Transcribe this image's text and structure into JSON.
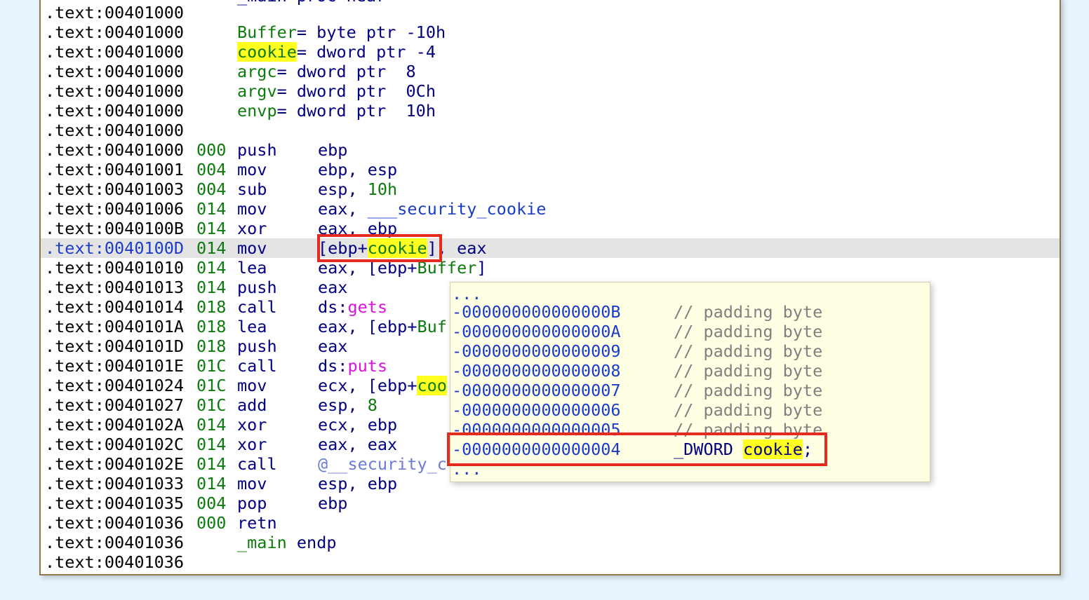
{
  "listing": {
    "partial_top": "_main proc near",
    "defs": [
      {
        "addr": ".text:00401000",
        "name": "Buffer",
        "rest": "= byte ptr -10h"
      },
      {
        "addr": ".text:00401000",
        "name": "cookie",
        "rest": "= dword ptr -4"
      },
      {
        "addr": ".text:00401000",
        "name": "argc",
        "rest": "= dword ptr  8"
      },
      {
        "addr": ".text:00401000",
        "name": "argv",
        "rest": "= dword ptr  0Ch"
      },
      {
        "addr": ".text:00401000",
        "name": "envp",
        "rest": "= dword ptr  10h"
      }
    ],
    "top_addr": ".text:00401000",
    "blank_addr": ".text:00401000",
    "instructions": [
      {
        "addr": ".text:00401000",
        "sp": "000",
        "mnem": "push",
        "ops": "ebp"
      },
      {
        "addr": ".text:00401001",
        "sp": "004",
        "mnem": "mov",
        "ops": "ebp, esp"
      },
      {
        "addr": ".text:00401003",
        "sp": "004",
        "mnem": "sub",
        "ops": "esp, 10h"
      },
      {
        "addr": ".text:00401006",
        "sp": "014",
        "mnem": "mov",
        "ops": "eax, ___security_cookie"
      },
      {
        "addr": ".text:0040100B",
        "sp": "014",
        "mnem": "xor",
        "ops": "eax, ebp"
      },
      {
        "addr": ".text:0040100D",
        "sp": "014",
        "mnem": "mov",
        "ops": "[ebp+cookie], eax"
      },
      {
        "addr": ".text:00401010",
        "sp": "014",
        "mnem": "lea",
        "ops": "eax, [ebp+Buffer]"
      },
      {
        "addr": ".text:00401013",
        "sp": "014",
        "mnem": "push",
        "ops": "eax"
      },
      {
        "addr": ".text:00401014",
        "sp": "018",
        "mnem": "call",
        "ops": "ds:gets"
      },
      {
        "addr": ".text:0040101A",
        "sp": "018",
        "mnem": "lea",
        "ops": "eax, [ebp+Buf"
      },
      {
        "addr": ".text:0040101D",
        "sp": "018",
        "mnem": "push",
        "ops": "eax"
      },
      {
        "addr": ".text:0040101E",
        "sp": "01C",
        "mnem": "call",
        "ops": "ds:puts"
      },
      {
        "addr": ".text:00401024",
        "sp": "01C",
        "mnem": "mov",
        "ops": "ecx, [ebp+coo"
      },
      {
        "addr": ".text:00401027",
        "sp": "01C",
        "mnem": "add",
        "ops": "esp, 8"
      },
      {
        "addr": ".text:0040102A",
        "sp": "014",
        "mnem": "xor",
        "ops": "ecx, ebp"
      },
      {
        "addr": ".text:0040102C",
        "sp": "014",
        "mnem": "xor",
        "ops": "eax, eax"
      },
      {
        "addr": ".text:0040102E",
        "sp": "014",
        "mnem": "call",
        "ops": "@__security_c"
      },
      {
        "addr": ".text:00401033",
        "sp": "014",
        "mnem": "mov",
        "ops": "esp, ebp"
      },
      {
        "addr": ".text:00401035",
        "sp": "004",
        "mnem": "pop",
        "ops": "ebp"
      },
      {
        "addr": ".text:00401036",
        "sp": "000",
        "mnem": "retn",
        "ops": ""
      }
    ],
    "endp": {
      "addr": ".text:00401036",
      "name": "_main",
      "kw": "endp"
    },
    "last_addr": ".text:00401036"
  },
  "tooltip": {
    "top_dots": "...",
    "rows": [
      {
        "offset": "-000000000000000B",
        "comment": "// padding byte"
      },
      {
        "offset": "-000000000000000A",
        "comment": "// padding byte"
      },
      {
        "offset": "-0000000000000009",
        "comment": "// padding byte"
      },
      {
        "offset": "-0000000000000008",
        "comment": "// padding byte"
      },
      {
        "offset": "-0000000000000007",
        "comment": "// padding byte"
      },
      {
        "offset": "-0000000000000006",
        "comment": "// padding byte"
      },
      {
        "offset": "-0000000000000005",
        "comment": "// padding byte"
      }
    ],
    "highlight_row": {
      "offset": "-0000000000000004",
      "type": "_DWORD",
      "name": "cookie",
      "end": ";"
    },
    "bottom_dots": "..."
  }
}
